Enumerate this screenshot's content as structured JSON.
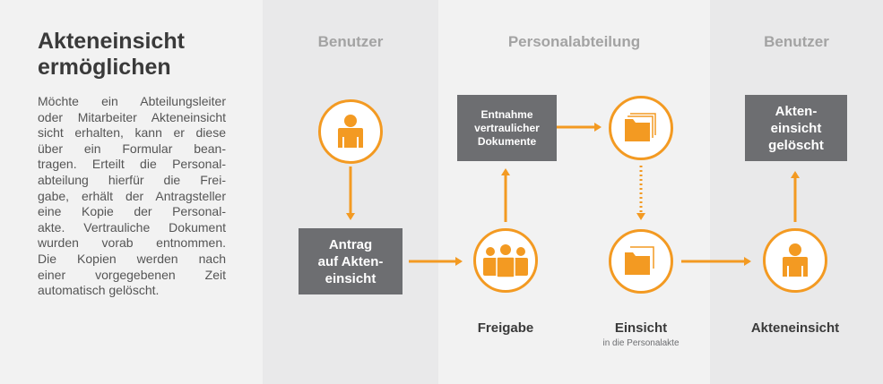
{
  "intro": {
    "title_lines": [
      "Akteneinsicht",
      "ermöglichen"
    ],
    "text_lines": [
      "Möchte ein Abteilungsleiter",
      "oder Mitarbeiter Akteneinsicht",
      "sicht erhalten, kann er diese",
      "über ein Formular bean-",
      "tragen. Erteilt die Personal-",
      "abteilung hierfür die Frei-",
      "gabe, erhält der Antragsteller",
      "eine Kopie der Personal-",
      "akte. Vertrauliche Dokument",
      "wurden vorab entnommen.",
      "Die Kopien werden nach",
      "einer vorgegebenen Zeit",
      "automatisch gelöscht."
    ]
  },
  "lanes": [
    "Benutzer",
    "Personalabteilung",
    "Benutzer"
  ],
  "boxes": {
    "antrag": [
      "Antrag",
      "auf Akten-",
      "einsicht"
    ],
    "entnahme": [
      "Entnahme",
      "vertraulicher",
      "Dokumente"
    ],
    "geloescht": [
      "Akten-",
      "einsicht",
      "gelöscht"
    ]
  },
  "steps": {
    "freigabe": "Freigabe",
    "einsicht": "Einsicht",
    "einsicht_sub": "in die Personalakte",
    "akteneinsicht": "Akteneinsicht"
  },
  "icons": {
    "user_start": "person-icon",
    "group": "group-icon",
    "folder_top": "folders-icon",
    "folder_bottom": "folder-icon",
    "user_end": "person-icon"
  },
  "colors": {
    "accent": "#f39a22",
    "box": "#6d6e71",
    "lane_dark": "#e9e9ea",
    "lane_light": "#f2f2f2"
  }
}
